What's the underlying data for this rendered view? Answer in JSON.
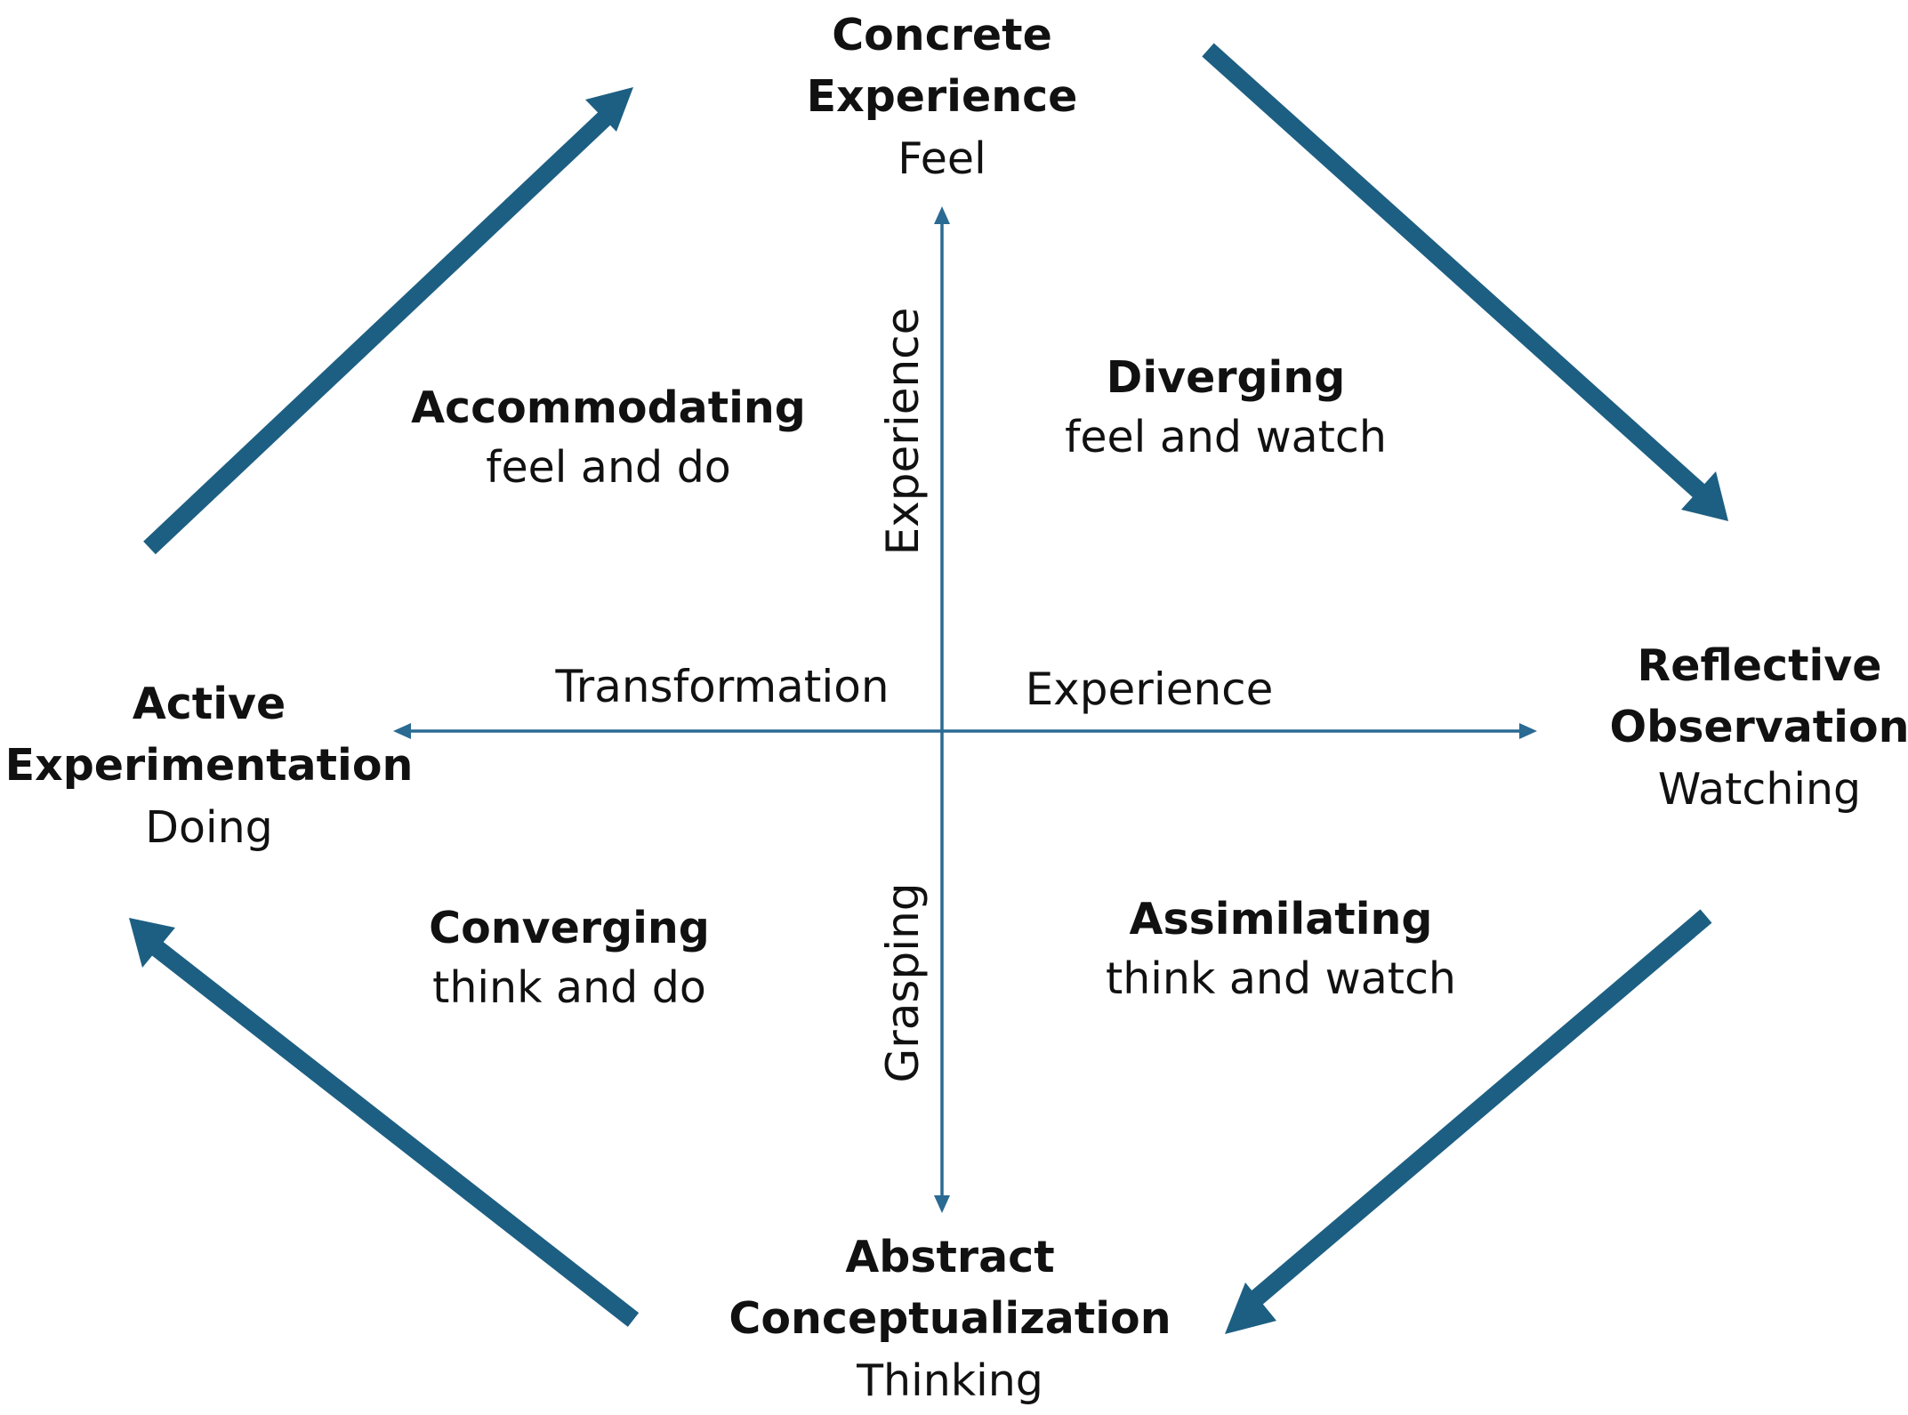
{
  "colors": {
    "arrow": "#1d5f82",
    "axis": "#2a6a93",
    "text": "#111111"
  },
  "stages": {
    "concrete_experience": {
      "title_line1": "Concrete",
      "title_line2": "Experience",
      "subtitle": "Feel"
    },
    "reflective_observation": {
      "title_line1": "Reflective",
      "title_line2": "Observation",
      "subtitle": "Watching"
    },
    "abstract_conceptualization": {
      "title_line1": "Abstract",
      "title_line2": "Conceptualization",
      "subtitle": "Thinking"
    },
    "active_experimentation": {
      "title_line1": "Active",
      "title_line2": "Experimentation",
      "subtitle": "Doing"
    }
  },
  "styles": {
    "diverging": {
      "title": "Diverging",
      "subtitle": "feel and watch"
    },
    "assimilating": {
      "title": "Assimilating",
      "subtitle": "think and watch"
    },
    "converging": {
      "title": "Converging",
      "subtitle": "think and do"
    },
    "accommodating": {
      "title": "Accommodating",
      "subtitle": "feel and do"
    }
  },
  "axis_labels": {
    "vertical_top": "Experience",
    "vertical_bottom": "Grasping",
    "horizontal_left": "Transformation",
    "horizontal_right": "Experience"
  }
}
